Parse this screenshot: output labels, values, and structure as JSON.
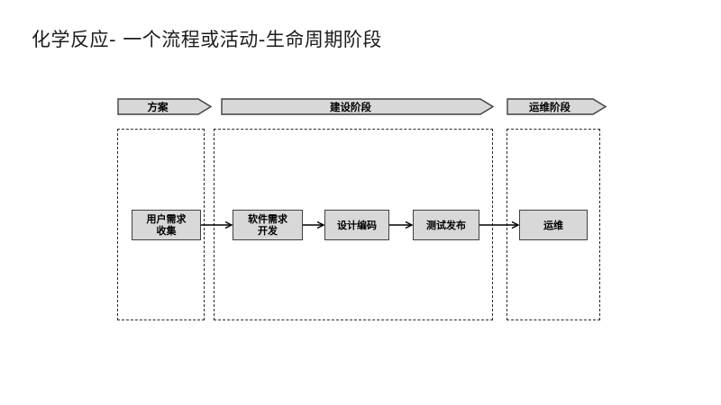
{
  "title": "化学反应- 一个流程或活动-生命周期阶段",
  "phases": [
    {
      "id": "plan",
      "label": "方案"
    },
    {
      "id": "build",
      "label": "建设阶段"
    },
    {
      "id": "ops",
      "label": "运维阶段"
    }
  ],
  "nodes": [
    {
      "id": "user-requirements-collection",
      "label": "用户需求\n收集"
    },
    {
      "id": "software-requirements-dev",
      "label": "软件需求\n开发"
    },
    {
      "id": "design-coding",
      "label": "设计编码"
    },
    {
      "id": "test-release",
      "label": "测试发布"
    },
    {
      "id": "operations",
      "label": "运维"
    }
  ],
  "colors": {
    "background": "#ffffff",
    "shape_fill": "#d8d8d8",
    "shape_border": "#404040",
    "lane_dash": "#2b2b2b",
    "arrow": "#000000",
    "text": "#000000"
  }
}
